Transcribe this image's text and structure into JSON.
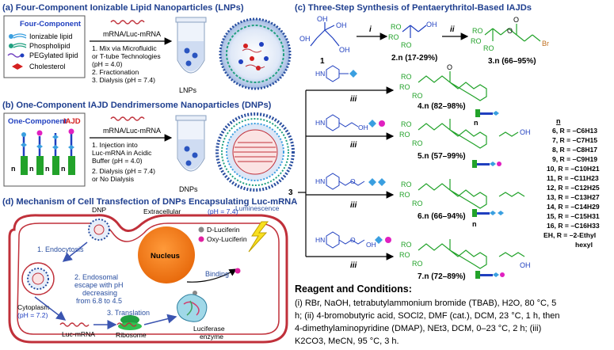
{
  "panel_a": {
    "title": "(a) Four-Component Ionizable Lipid Nanoparticles (LNPs)",
    "box_title": "Four-Component",
    "legend": [
      "Ionizable lipid",
      "Phospholipid",
      "PEGylated lipid",
      "Cholesterol"
    ],
    "mrna": "mRNA/Luc-mRNA",
    "steps": [
      "1. Mix via Microfluidic",
      "or T-tube Technologies",
      "(pH = 4.0)",
      "2. Fractionation",
      "3. Dialysis (pH = 7.4)"
    ],
    "product": "LNPs"
  },
  "panel_b": {
    "title": "(b) One-Component IAJD Dendrimersome Nanoparticles (DNPs)",
    "box_title_a": "One-Component",
    "box_title_b": "IAJD",
    "n": "n",
    "mrna": "mRNA/Luc-mRNA",
    "steps": [
      "1. Injection into",
      "Luc-mRNA in Acidic",
      "Buffer (pH = 4.0)",
      "2. Dialysis (pH = 7.4)",
      "or No Dialysis"
    ],
    "product": "DNPs"
  },
  "panel_c": {
    "title": "(c) Three-Step Synthesis of Pentaerythritol-Based IAJDs",
    "compound_1": "1",
    "compound_2": "2.n (17-29%)",
    "compound_3": "3.n (66–95%)",
    "step_i": "i",
    "step_ii": "ii",
    "step_iii": "iii",
    "branch": "3",
    "ro": "RO",
    "oh": "OH",
    "br": "Br",
    "o": "O",
    "n": "n",
    "hn": "HN",
    "n_atom": "N",
    "products": [
      "4.n (82–98%)",
      "5.n (57–99%)",
      "6.n (66–94%)",
      "7.n (72–89%)"
    ],
    "r_header": "n",
    "r_groups": [
      "6, R = –C6H13",
      "7, R = –C7H15",
      "8, R = –C8H17",
      "9, R = –C9H19",
      "10, R = –C10H21",
      "11, R = –C11H23",
      "12, R = –C12H25",
      "13, R = –C13H27",
      "14, R = –C14H29",
      "15, R = –C15H31",
      "16, R = –C16H33",
      "EH, R = –2-Ethyl",
      "hexyl"
    ]
  },
  "panel_d": {
    "title": "(d) Mechanism of Cell Transfection of DNPs Encapsulating Luc-mRNA",
    "dnp": "DNP",
    "extracellular": "Extracellular",
    "extracellular_ph": "(pH = 7.4)",
    "endocytosis": "1. Endocytosis",
    "escape": [
      "2. Endosomal",
      "escape with pH",
      "decreasing",
      "from 6.8 to 4.5"
    ],
    "cytoplasm": "Cytoplasm",
    "cytoplasm_ph": "(pH = 7.2)",
    "nucleus": "Nucleus",
    "d_luciferin": "D-Luciferin",
    "oxy_luciferin": "Oxy-Luciferin",
    "luminescence": "Luminescence",
    "binding": "Binding",
    "translation": "3. Translation",
    "luc_mrna": "Luc-mRNA",
    "ribosome": "Ribosome",
    "enzyme": [
      "Luciferase",
      "enzyme"
    ]
  },
  "conditions": {
    "title": "Reagent and Conditions:",
    "lines": [
      "(i) RBr, NaOH, tetrabutylammonium bromide (TBAB), H2O, 80 °C, 5",
      "h; (ii) 4-bromobutyric acid, SOCl2, DMF (cat.), DCM, 23 °C, 1 h, then",
      "4-dimethylaminopyridine (DMAP), NEt3, DCM, 0–23 °C, 2 h; (iii)",
      "K2CO3, MeCN, 95 °C, 3 h."
    ]
  },
  "colors": {
    "blue": "#1f3fbf",
    "green": "#22a22a",
    "red": "#d42020",
    "cell_red": "#c0303a",
    "nucleus": "#f07814",
    "title_blue": "#2a4fa0"
  }
}
